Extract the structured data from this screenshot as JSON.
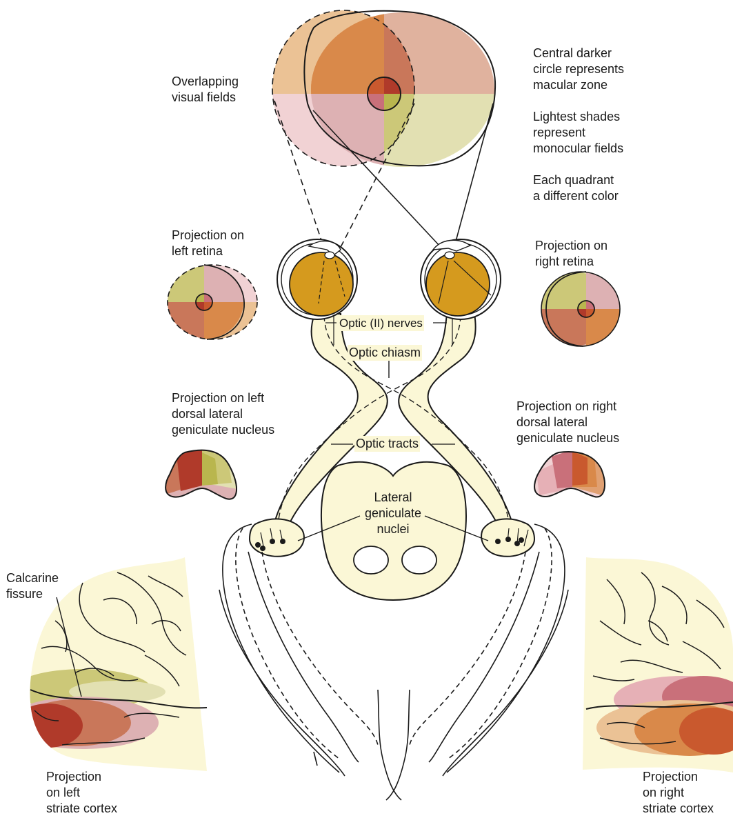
{
  "colors": {
    "pale_yellow": "#fbf7d6",
    "eye_fill": "#d59a1e",
    "q_upper_left": "#d9894a",
    "q_upper_right": "#c9775a",
    "q_lower_left": "#ddb1b3",
    "q_lower_right": "#ccc878",
    "mono_left": "#ebc295",
    "mono_right": "#e0b29e",
    "stroke": "#1a1a1a"
  },
  "labels": {
    "overlapping_visual_fields": [
      "Overlapping",
      "visual fields"
    ],
    "macular_zone_note": [
      "Central darker",
      "circle represents",
      "macular zone"
    ],
    "monocular_note": [
      "Lightest shades",
      "represent",
      "monocular fields"
    ],
    "quadrant_note": [
      "Each quadrant",
      "a different color"
    ],
    "left_retina": [
      "Projection on",
      "left retina"
    ],
    "right_retina": [
      "Projection on",
      "right retina"
    ],
    "optic_nerves": "Optic (II) nerves",
    "optic_chiasm": "Optic chiasm",
    "left_lgn": [
      "Projection on left",
      "dorsal lateral",
      "geniculate nucleus"
    ],
    "right_lgn": [
      "Projection on right",
      "dorsal lateral",
      "geniculate nucleus"
    ],
    "optic_tracts": "Optic tracts",
    "lateral_geniculate_nuclei": [
      "Lateral",
      "geniculate",
      "nuclei"
    ],
    "calcarine_fissure": [
      "Calcarine",
      "fissure"
    ],
    "left_striate": [
      "Projection",
      "on left",
      "striate cortex"
    ],
    "right_striate": [
      "Projection",
      "on right",
      "striate cortex"
    ]
  }
}
